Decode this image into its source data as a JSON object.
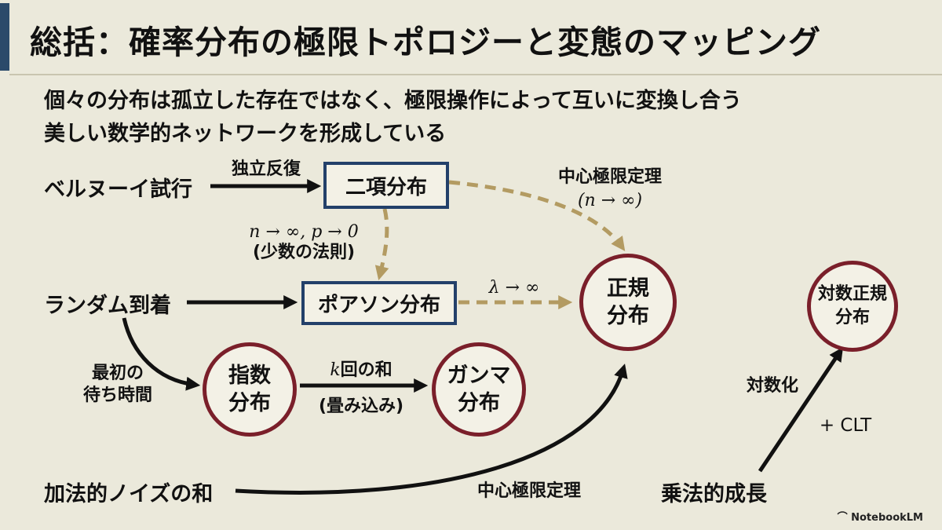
{
  "title": "総括：確率分布の極限トポロジーと変態のマッピング",
  "subtitle_lines": [
    "個々の分布は孤立した存在ではなく、極限操作によって互いに変換し合う",
    "美しい数学的ネットワークを形成している"
  ],
  "sources": {
    "bernoulli": "ベルヌーイ試行",
    "random_arrival": "ランダム到着",
    "additive_noise": "加法的ノイズの和",
    "multiplicative_growth": "乗法的成長"
  },
  "nodes": {
    "binomial": "二項分布",
    "poisson": "ポアソン分布",
    "normal_line1": "正規",
    "normal_line2": "分布",
    "exponential_line1": "指数",
    "exponential_line2": "分布",
    "gamma_line1": "ガンマ",
    "gamma_line2": "分布",
    "lognormal_line1": "対数正規",
    "lognormal_line2": "分布"
  },
  "edge_labels": {
    "independent_repeat": "独立反復",
    "clt_top": "中心極限定理",
    "clt_top_cond": "(n → ∞)",
    "poisson_limit": "n → ∞, p → 0",
    "poisson_limit_note": "(少数の法則)",
    "lambda_limit": "λ → ∞",
    "first_wait_line1": "最初の",
    "first_wait_line2": "待ち時間",
    "k_sum_k": "k",
    "k_sum_rest": "回の和",
    "convolution": "(畳み込み)",
    "clt_bottom": "中心極限定理",
    "log_transform": "対数化",
    "plus_clt": "+ CLT"
  },
  "branding": "NotebookLM",
  "colors": {
    "background": "#ebe9db",
    "box_border": "#23406a",
    "circle_border": "#7a1f2a",
    "dashed_arrow": "#b39b62",
    "solid_arrow": "#111111"
  }
}
